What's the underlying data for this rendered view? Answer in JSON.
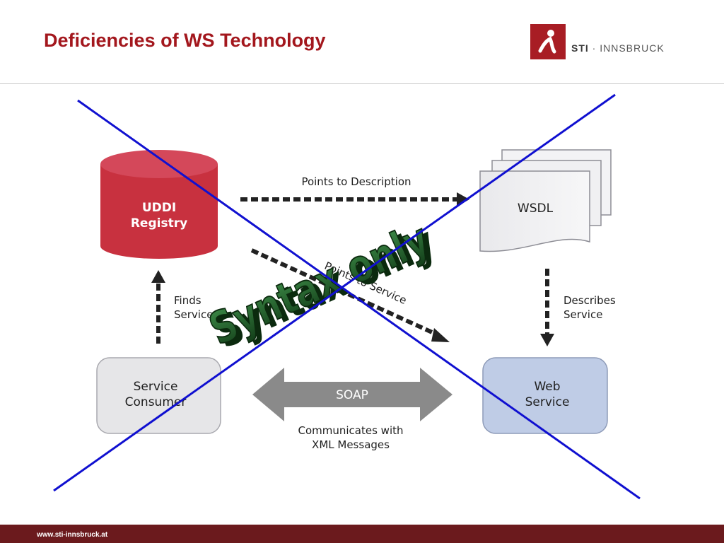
{
  "slide": {
    "title": "Deficiencies of WS Technology",
    "logo": {
      "brand_bold": "STI",
      "separator": " · ",
      "brand_rest": "INNSBRUCK"
    },
    "footer_url": "www.sti-innsbruck.at"
  },
  "diagram": {
    "registry": {
      "line1": "UDDI",
      "line2": "Registry"
    },
    "wsdl": "WSDL",
    "consumer": {
      "line1": "Service",
      "line2": "Consumer"
    },
    "web_service": {
      "line1": "Web",
      "line2": "Service"
    },
    "points_to_description": "Points to Description",
    "describes": {
      "line1": "Describes",
      "line2": "Service"
    },
    "finds": {
      "line1": "Finds",
      "line2": "Service"
    },
    "points_to_service": "Points to Service",
    "soap": "SOAP",
    "communicates": {
      "line1": "Communicates with",
      "line2": "XML Messages"
    },
    "overlay_text": "Syntax only"
  },
  "colors": {
    "title": "#a3171d",
    "registry": "#c8313f",
    "web_service": "#bfcce6",
    "cross": "#1010d0",
    "overlay": "#1d5a23",
    "footer": "#6b1a1d"
  }
}
